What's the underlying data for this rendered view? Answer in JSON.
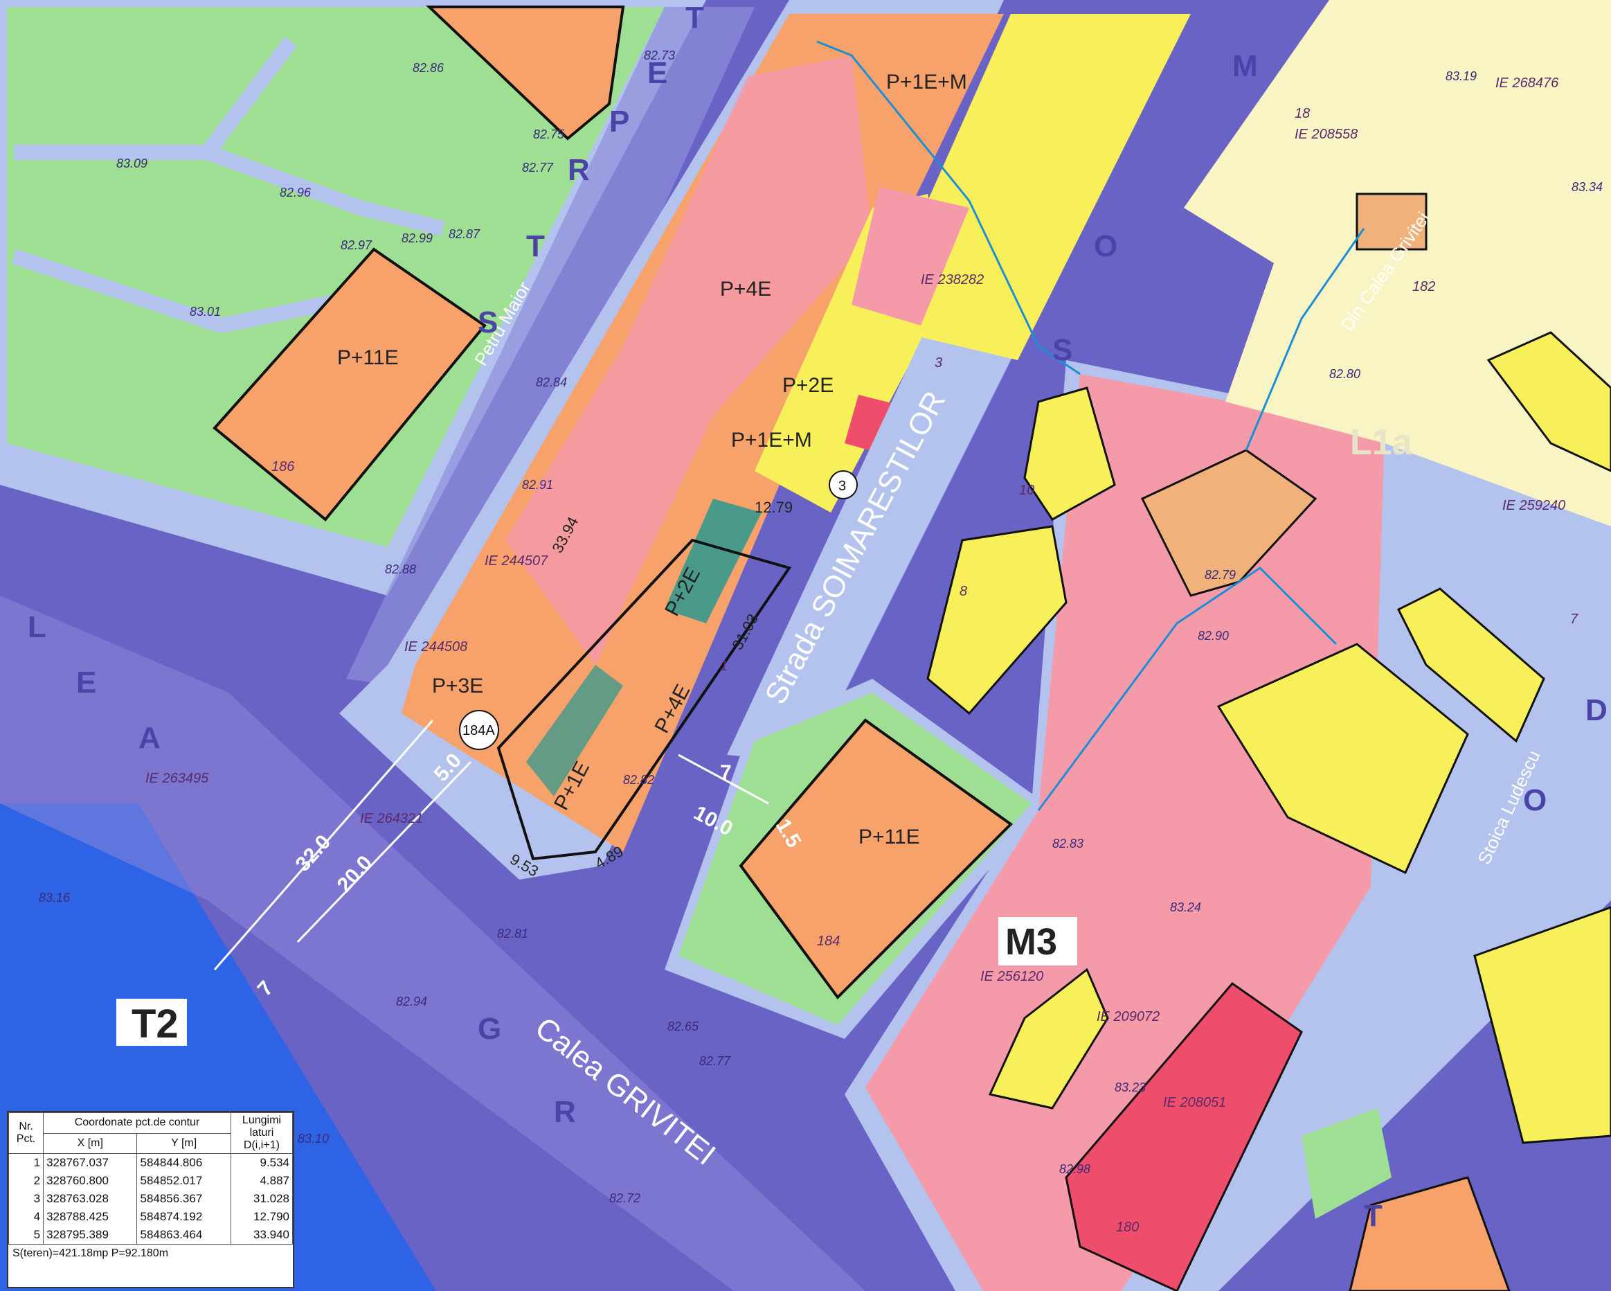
{
  "heights": {
    "h1": "P+11E",
    "h2": "P+4E",
    "h3": "P+1E+M",
    "h4": "P+2E",
    "h5": "P+1E+M",
    "h6": "P+3E",
    "h7": "P+2E",
    "h8": "P+4E",
    "h9": "P+1E",
    "h10": "P+11E"
  },
  "streets": {
    "soimarestilor": "Strada SOIMARESTILOR",
    "grivitei": "Calea GRIVITEI",
    "petru_maior": "Petru Maior",
    "din_calea_grivitei": "Din Calea Grivitei",
    "stoica_ludescu": "Stoica Ludescu"
  },
  "zones": {
    "t2": "T2",
    "m3": "M3",
    "l1a": "L1a"
  },
  "markers": {
    "m3": "3",
    "m184a": "184A"
  },
  "dimensions": {
    "d32": "32.0",
    "d20": "20.0",
    "d50": "5.0",
    "d7a": "7",
    "d7b": "7",
    "d10": "10.0",
    "d15": "1.5",
    "d1279": "12.79",
    "d3394": "33.94",
    "d3103": "31.03",
    "d953": "9.53",
    "d489": "4.89"
  },
  "parcel_numbers": {
    "p186": "186",
    "p184": "184",
    "p180": "180",
    "p182": "182",
    "p18": "18",
    "p8": "8",
    "p10": "10",
    "p1": "1",
    "p3": "3",
    "p7": "7",
    "ie264321": "IE 264321",
    "ie244507": "IE 244507",
    "ie238282": "IE 238282",
    "ie256120": "IE 256120",
    "ie209072": "IE 209072",
    "ie208051": "IE 208051",
    "ie259240": "IE 259240",
    "ie268476": "IE 268476",
    "ie208558": "IE 208558",
    "ie263495": "IE 263495",
    "ie244508": "IE 244508"
  },
  "elevations": [
    "82.86",
    "82.73",
    "82.75",
    "82.77",
    "83.09",
    "82.96",
    "82.97",
    "82.99",
    "82.87",
    "83.01",
    "82.84",
    "82.91",
    "82.88",
    "82.79",
    "82.90",
    "82.83",
    "82.81",
    "82.94",
    "82.72",
    "82.82",
    "82.65",
    "82.77",
    "83.24",
    "83.23",
    "82.98",
    "82.80",
    "83.19",
    "83.34",
    "83.16",
    "83.10"
  ],
  "letters": [
    "S",
    "T",
    "R",
    "P",
    "E",
    "T",
    "E",
    "A",
    "L",
    "G",
    "R",
    "M",
    "O",
    "S",
    "T",
    "O",
    "D"
  ],
  "table": {
    "h_nr": "Nr.",
    "h_pct": "Pct.",
    "h_coord": "Coordonate pct.de contur",
    "h_x": "X [m]",
    "h_y": "Y [m]",
    "h_len1": "Lungimi",
    "h_len2": "laturi",
    "h_len3": "D(i,i+1)",
    "rows": [
      {
        "n": "1",
        "x": "328767.037",
        "y": "584844.806",
        "d": "9.534"
      },
      {
        "n": "2",
        "x": "328760.800",
        "y": "584852.017",
        "d": "4.887"
      },
      {
        "n": "3",
        "x": "328763.028",
        "y": "584856.367",
        "d": "31.028"
      },
      {
        "n": "4",
        "x": "328788.425",
        "y": "584874.192",
        "d": "12.790"
      },
      {
        "n": "5",
        "x": "328795.389",
        "y": "584863.464",
        "d": "33.940"
      }
    ],
    "summary": "S(teren)=421.18mp  P=92.180m"
  },
  "colors": {
    "street_purple": "#6a63c6",
    "sidewalk_blue": "#b3c3ee",
    "water_blue": "#2e63e6",
    "green": "#9edf93",
    "orange": "#f7a26a",
    "pink": "#f59aa8",
    "yellow": "#f7f05a",
    "cream": "#f8f4c4",
    "teal": "#4a9a8a",
    "red": "#ee4d6b"
  }
}
